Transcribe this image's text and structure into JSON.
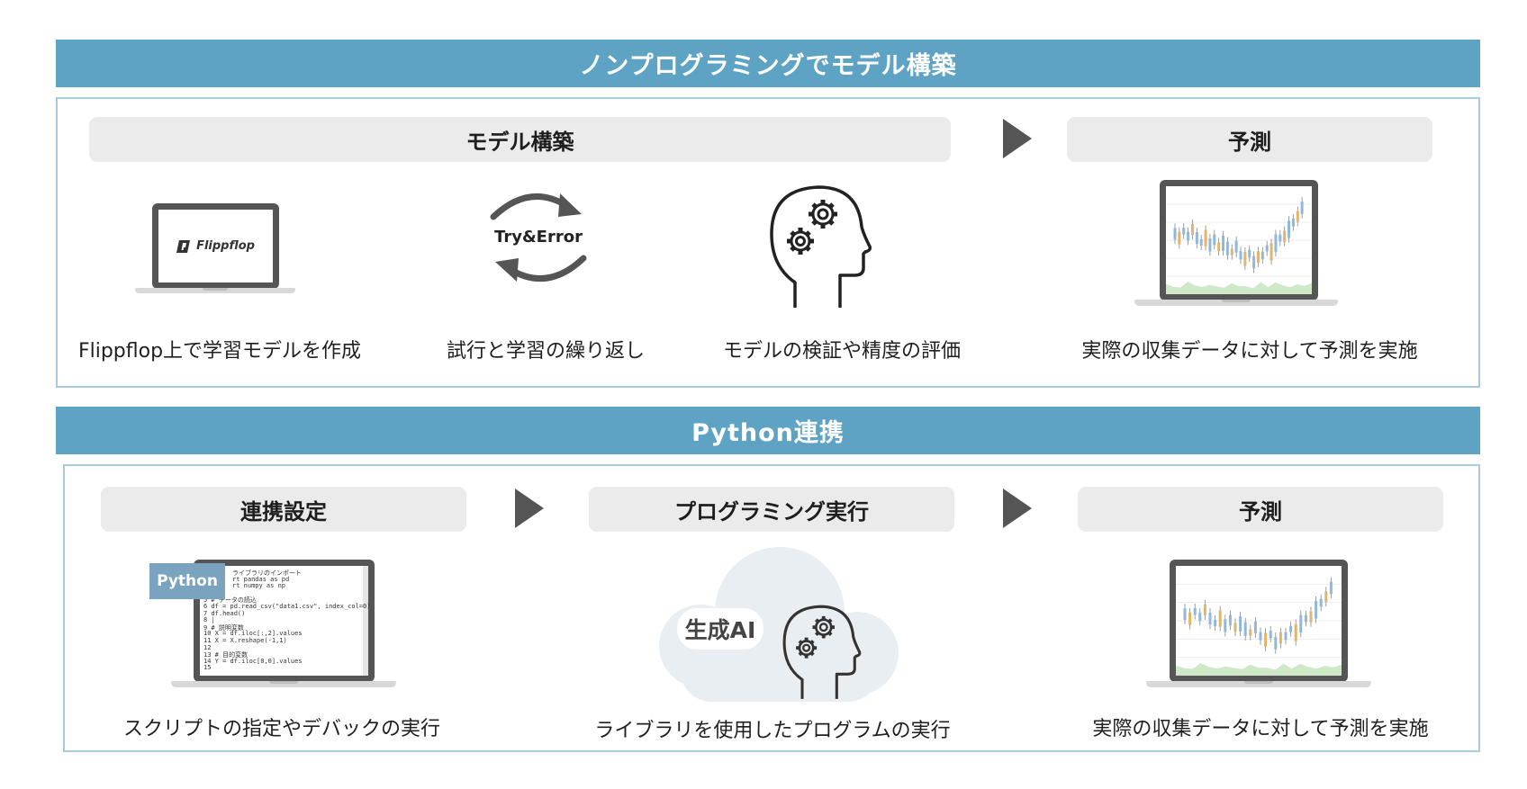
{
  "section1": {
    "title": "ノンプログラミングでモデル構築",
    "pill_model": "モデル構築",
    "pill_predict": "予測",
    "try_error": "Try&Error",
    "logo_text": "Flippflop",
    "captions": [
      "Flippflop上で学習モデルを作成",
      "試行と学習の繰り返し",
      "モデルの検証や精度の評価",
      "実際の収集データに対して予測を実施"
    ]
  },
  "section2": {
    "title": "Python連携",
    "pill_setting": "連携設定",
    "pill_program": "プログラミング実行",
    "pill_predict": "予測",
    "python_tag": "Python",
    "ai_label": "生成AI",
    "code_lines": [
      " ライブラリのインポート",
      "rt pandas as pd",
      "rt numpy as np",
      "",
      "5 # データの読込",
      "6 df = pd.read_csv(\"data1.csv\", index_col=0)",
      "7 df.head()",
      "8 |",
      "9 # 説明変数",
      "10 X = df.iloc[:,2].values",
      "11 X = X.reshape(-1,1)",
      "12",
      "13 # 目的変数",
      "14 Y = df.iloc[0,0].values",
      "15"
    ],
    "captions": [
      "スクリプトの指定やデバックの実行",
      "ライブラリを使用したプログラムの実行",
      "実際の収集データに対して予測を実施"
    ]
  },
  "colors": {
    "banner": "#5fa3c4",
    "panel_border": "#a9cad9",
    "pill": "#ebebeb",
    "arrow": "#555555",
    "candle_up": "#8fb8dc",
    "candle_down": "#e4b46a"
  }
}
